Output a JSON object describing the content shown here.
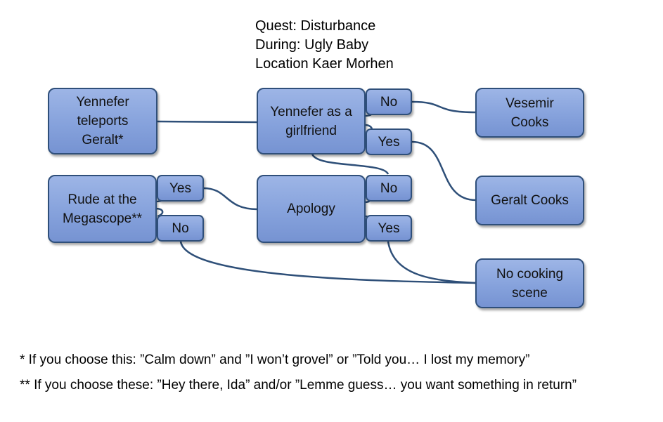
{
  "header": {
    "line1": "Quest: Disturbance",
    "line2": "During: Ugly Baby",
    "line3": "Location Kaer Morhen"
  },
  "nodes": {
    "yennefer_teleports": [
      "Yennefer",
      "teleports",
      "Geralt*"
    ],
    "yennefer_girlfriend": [
      "Yennefer as a",
      "girlfriend"
    ],
    "girlfriend_no": "No",
    "girlfriend_yes": "Yes",
    "vesemir_cooks": [
      "Vesemir",
      "Cooks"
    ],
    "geralt_cooks": "Geralt Cooks",
    "rude_megascope": [
      "Rude at the",
      "Megascope**"
    ],
    "rude_yes": "Yes",
    "rude_no": "No",
    "apology": "Apology",
    "apology_no": "No",
    "apology_yes": "Yes",
    "no_cooking": [
      "No cooking",
      "scene"
    ]
  },
  "footnotes": {
    "note1": "* If you choose this: ”Calm down” and ”I won’t grovel” or ”Told you… I lost my memory”",
    "note2": "** If you choose these: ”Hey there, Ida” and/or ”Lemme guess… you want something in return”"
  },
  "colors": {
    "node_fill": "#86a2dc",
    "node_border": "#2f4f7a",
    "connector": "#2e4f78"
  }
}
